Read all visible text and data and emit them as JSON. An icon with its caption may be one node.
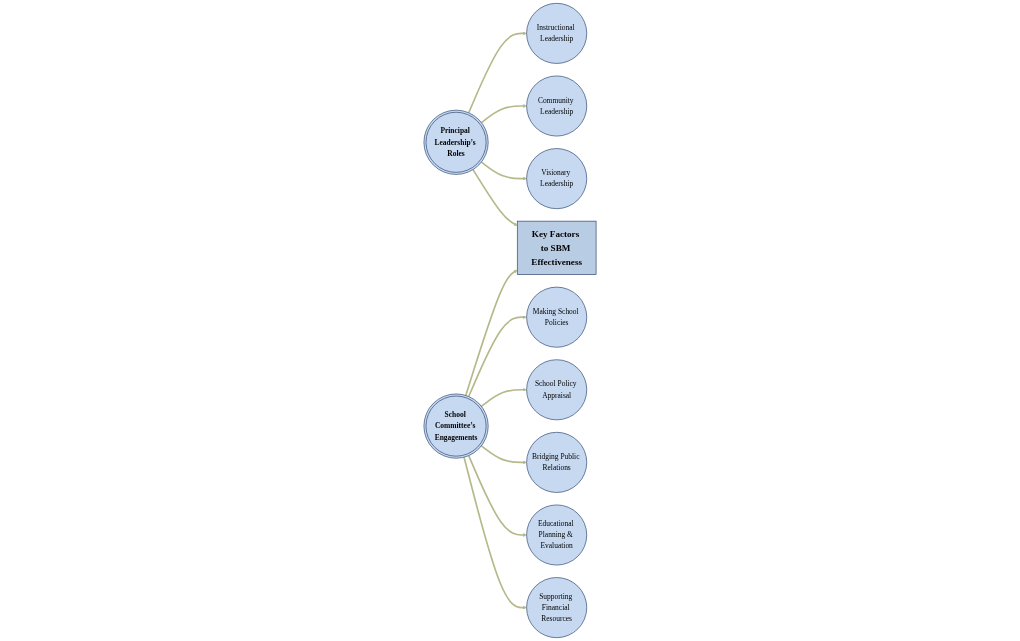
{
  "diagram": {
    "nodes": [
      {
        "text": [
          "Principal Leadership’s Roles"
        ]
      },
      {
        "text": [
          "Instructional Leadership"
        ]
      },
      {
        "text": [
          "Community Leadership"
        ]
      },
      {
        "text": [
          "Visionary Leadership"
        ]
      },
      {
        "text": [
          "Key Factors to SBM Effectiveness"
        ]
      },
      {
        "text": [
          "School Committee’s Engagements"
        ]
      },
      {
        "text": [
          "Making School Policies"
        ]
      },
      {
        "text": [
          "School Policy Appraisal"
        ]
      },
      {
        "text": [
          "Bridging Public Relations"
        ]
      },
      {
        "text": [
          "Educational Planning & Evaluation"
        ]
      },
      {
        "text": [
          "Supporting Financial Resources"
        ]
      }
    ],
    "edges": [
      {
        "from": 0,
        "to": 1,
        "arrow": "to"
      },
      {
        "from": 0,
        "to": 2,
        "arrow": "to"
      },
      {
        "from": 0,
        "to": 3,
        "arrow": "to"
      },
      {
        "from": 0,
        "to": 4,
        "arrow": "to"
      },
      {
        "from": 5,
        "to": 4,
        "arrow": "to"
      },
      {
        "from": 5,
        "to": 6,
        "arrow": "to"
      },
      {
        "from": 5,
        "to": 7,
        "arrow": "to"
      },
      {
        "from": 5,
        "to": 8,
        "arrow": "to"
      },
      {
        "from": 5,
        "to": 9,
        "arrow": "to"
      },
      {
        "from": 5,
        "to": 10,
        "arrow": "to"
      }
    ]
  }
}
